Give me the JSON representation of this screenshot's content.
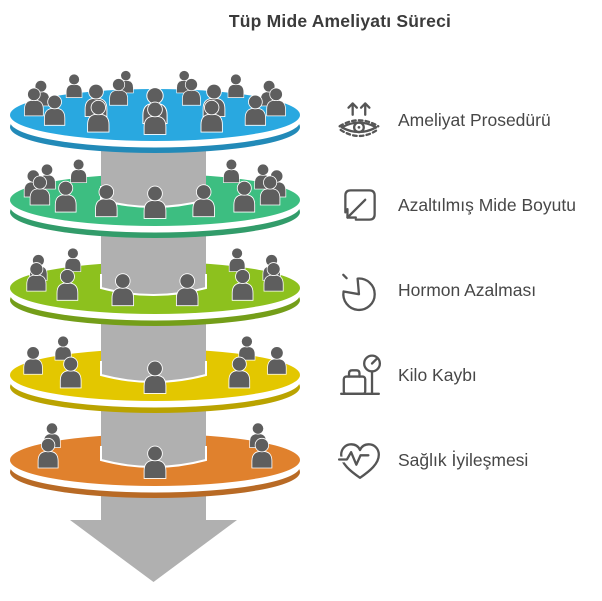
{
  "title": "Tüp Mide Ameliyatı Süreci",
  "diagram": {
    "type": "layered-funnel",
    "arrow_color": "#B0B0B0",
    "person_color": "#5E5E5E",
    "levels": [
      {
        "name": "Ameliyat Prosedürü",
        "icon": "procedure-eye-icon",
        "color": "#29A8E0",
        "people_count": 18
      },
      {
        "name": "Azaltılmış Mide Boyutu",
        "icon": "reduced-size-icon",
        "color": "#3DBE81",
        "people_count": 13
      },
      {
        "name": "Hormon Azalması",
        "icon": "hormone-decrease-icon",
        "color": "#8DC11E",
        "people_count": 10
      },
      {
        "name": "Kilo Kaybı",
        "icon": "weight-scale-icon",
        "color": "#E3C700",
        "people_count": 7
      },
      {
        "name": "Sağlık İyileşmesi",
        "icon": "health-heart-icon",
        "color": "#E0812D",
        "people_count": 5
      }
    ]
  }
}
